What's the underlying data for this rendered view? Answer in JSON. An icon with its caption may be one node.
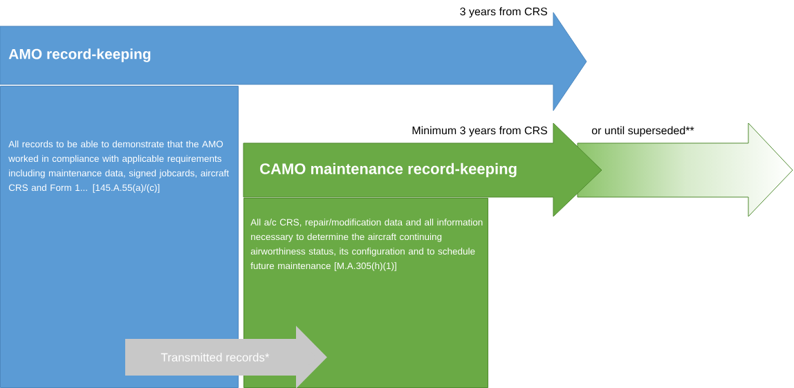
{
  "diagram": {
    "nodes": [
      {
        "text": [
          "3 years from CRS",
          "AMO record-keeping"
        ]
      },
      {
        "text": [
          "All records to be able to demonstrate that the AMO worked in compliance with applicable requirements including maintenance data, signed jobcards, aircraft CRS and Form 1... [145.A.55(a)/(c)]"
        ]
      },
      {
        "text": [
          "Minimum 3 years from CRS",
          "CAMO maintenance record-keeping"
        ]
      },
      {
        "text": [
          "or until superseded**"
        ]
      },
      {
        "text": [
          "All a/c CRS, repair/modification data and all information necessary to determine the aircraft continuing airworthiness status, its configuration and to schedule future maintenance [M.A.305(h)(1)]"
        ]
      }
    ],
    "edges": [
      {
        "from": 1,
        "to": 4,
        "arrow": "to",
        "label": "Transmitted records*"
      }
    ]
  }
}
